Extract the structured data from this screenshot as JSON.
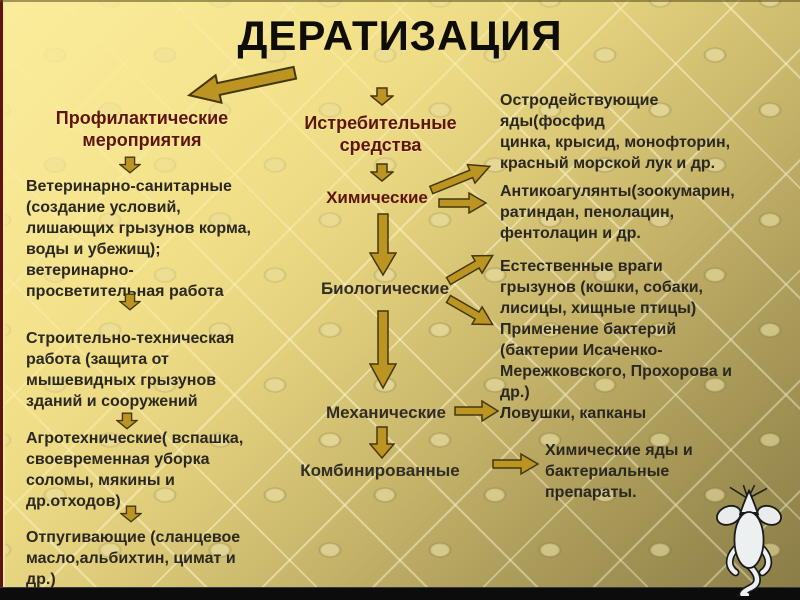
{
  "slide": {
    "title": "ДЕРАТИЗАЦИЯ",
    "left_column": {
      "header": "Профилактические\nмероприятия",
      "items": [
        "Ветеринарно-санитарные\n(создание условий,\nлишающих грызунов корма,\nводы и убежищ);\nветеринарно-\nпросветительная работа",
        "Строительно-техническая\nработа (защита от\nмышевидных грызунов\nзданий и сооружений",
        "Агротехнические( вспашка,\nсвоевременная уборка\nсоломы, мякины и\nдр.отходов)",
        "Отпугивающие (сланцевое\nмасло,альбихтин, цимат и\nдр.)"
      ]
    },
    "middle_column": {
      "header": "Истребительные\nсредства",
      "items": [
        "Химические",
        "Биологические",
        "Механические",
        "Комбинированные"
      ]
    },
    "right_column": {
      "items": [
        "Остродействующие\nяды(фосфид\nцинка, крысид, монофторин,\nкрасный морской лук и др.",
        "Антикоагулянты(зоокумарин,\nратиндан, пенолацин,\nфентолацин и др.",
        "Естественные враги\nгрызунов (кошки, собаки,\nлисицы, хищные птицы)",
        "Применение бактерий\n(бактерии Исаченко-\nМережковского, Прохорова и\nдр.)",
        "Ловушки, капканы",
        "Химические яды и\nбактериальные\nпрепараты."
      ]
    },
    "icons": {
      "mouse": "mouse-top-view",
      "arrow": "gold-block-arrow"
    },
    "colors": {
      "background_top": "#f9ea97",
      "background_bottom": "#9a8c52",
      "arrow_fill": "#bb9422",
      "arrow_outline": "#45380c",
      "heading_text": "#5f150e",
      "body_text": "#2b2721",
      "title_text": "#0f0d08",
      "bottom_bar": "#0c0c0c",
      "left_edge": "#5f1312"
    }
  }
}
